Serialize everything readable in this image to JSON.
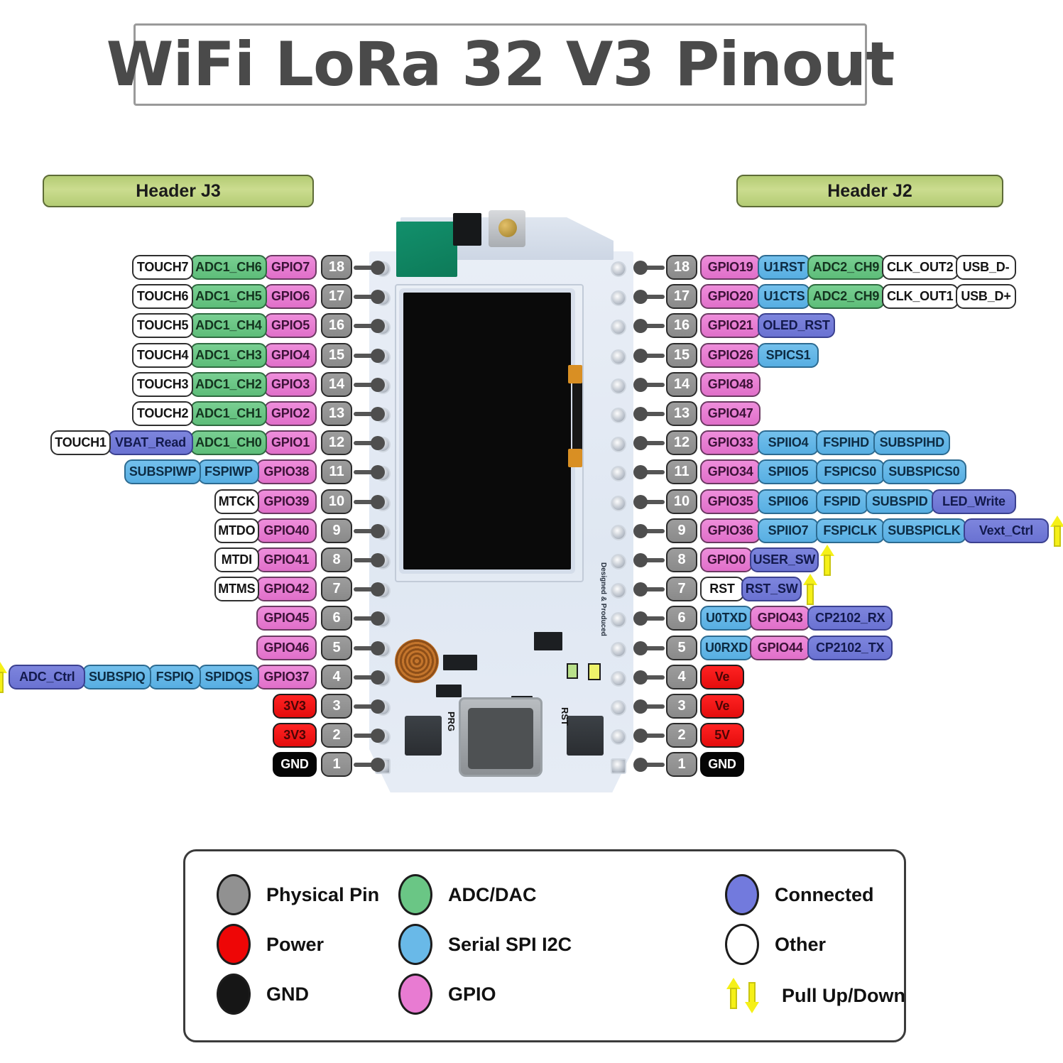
{
  "title": "WiFi LoRa 32 V3 Pinout",
  "headers": {
    "left": "Header J3",
    "right": "Header J2"
  },
  "board_silk": {
    "prg": "PRG",
    "rst": "RST",
    "brand": "Designed & Produced"
  },
  "colors": {
    "gpio": "#e87bd2",
    "adc": "#6ac685",
    "spi": "#69b9e8",
    "connected": "#727add",
    "power": "#ff1a1a",
    "gnd": "#050505",
    "other": "#ffffff",
    "physical_pin": "#919191",
    "pullupdown": "#f5f018",
    "header_chip": "#bdd37f",
    "title_border": "#9a9a9a"
  },
  "left_header": {
    "name": "Header J3",
    "rows": [
      {
        "pin": "18",
        "chips": [
          {
            "t": "TOUCH7",
            "k": "other"
          },
          {
            "t": "ADC1_CH6",
            "k": "adc"
          },
          {
            "t": "GPIO7",
            "k": "gpio"
          }
        ]
      },
      {
        "pin": "17",
        "chips": [
          {
            "t": "TOUCH6",
            "k": "other"
          },
          {
            "t": "ADC1_CH5",
            "k": "adc"
          },
          {
            "t": "GPIO6",
            "k": "gpio"
          }
        ]
      },
      {
        "pin": "16",
        "chips": [
          {
            "t": "TOUCH5",
            "k": "other"
          },
          {
            "t": "ADC1_CH4",
            "k": "adc"
          },
          {
            "t": "GPIO5",
            "k": "gpio"
          }
        ]
      },
      {
        "pin": "15",
        "chips": [
          {
            "t": "TOUCH4",
            "k": "other"
          },
          {
            "t": "ADC1_CH3",
            "k": "adc"
          },
          {
            "t": "GPIO4",
            "k": "gpio"
          }
        ]
      },
      {
        "pin": "14",
        "chips": [
          {
            "t": "TOUCH3",
            "k": "other"
          },
          {
            "t": "ADC1_CH2",
            "k": "adc"
          },
          {
            "t": "GPIO3",
            "k": "gpio"
          }
        ]
      },
      {
        "pin": "13",
        "chips": [
          {
            "t": "TOUCH2",
            "k": "other"
          },
          {
            "t": "ADC1_CH1",
            "k": "adc"
          },
          {
            "t": "GPIO2",
            "k": "gpio"
          }
        ]
      },
      {
        "pin": "12",
        "chips": [
          {
            "t": "TOUCH1",
            "k": "other"
          },
          {
            "t": "VBAT_Read",
            "k": "connected"
          },
          {
            "t": "ADC1_CH0",
            "k": "adc"
          },
          {
            "t": "GPIO1",
            "k": "gpio"
          }
        ]
      },
      {
        "pin": "11",
        "chips": [
          {
            "t": "SUBSPIWP",
            "k": "spi"
          },
          {
            "t": "FSPIWP",
            "k": "spi"
          },
          {
            "t": "GPIO38",
            "k": "gpio"
          }
        ]
      },
      {
        "pin": "10",
        "chips": [
          {
            "t": "MTCK",
            "k": "other"
          },
          {
            "t": "GPIO39",
            "k": "gpio"
          }
        ]
      },
      {
        "pin": "9",
        "chips": [
          {
            "t": "MTDO",
            "k": "other"
          },
          {
            "t": "GPIO40",
            "k": "gpio"
          }
        ]
      },
      {
        "pin": "8",
        "chips": [
          {
            "t": "MTDI",
            "k": "other"
          },
          {
            "t": "GPIO41",
            "k": "gpio"
          }
        ]
      },
      {
        "pin": "7",
        "chips": [
          {
            "t": "MTMS",
            "k": "other"
          },
          {
            "t": "GPIO42",
            "k": "gpio"
          }
        ]
      },
      {
        "pin": "6",
        "chips": [
          {
            "t": "GPIO45",
            "k": "gpio"
          }
        ]
      },
      {
        "pin": "5",
        "chips": [
          {
            "t": "GPIO46",
            "k": "gpio"
          }
        ]
      },
      {
        "pin": "4",
        "chips": [
          {
            "t": "ADC_Ctrl",
            "k": "connected"
          },
          {
            "t": "SUBSPIQ",
            "k": "spi"
          },
          {
            "t": "FSPIQ",
            "k": "spi"
          },
          {
            "t": "SPIDQS",
            "k": "spi"
          },
          {
            "t": "GPIO37",
            "k": "gpio"
          }
        ],
        "pull": "up"
      },
      {
        "pin": "3",
        "chips": [
          {
            "t": "3V3",
            "k": "power"
          }
        ]
      },
      {
        "pin": "2",
        "chips": [
          {
            "t": "3V3",
            "k": "power"
          }
        ]
      },
      {
        "pin": "1",
        "chips": [
          {
            "t": "GND",
            "k": "gnd"
          }
        ]
      }
    ]
  },
  "right_header": {
    "name": "Header J2",
    "rows": [
      {
        "pin": "18",
        "chips": [
          {
            "t": "GPIO19",
            "k": "gpio"
          },
          {
            "t": "U1RST",
            "k": "spi"
          },
          {
            "t": "ADC2_CH9",
            "k": "adc"
          },
          {
            "t": "CLK_OUT2",
            "k": "other"
          },
          {
            "t": "USB_D-",
            "k": "other"
          }
        ]
      },
      {
        "pin": "17",
        "chips": [
          {
            "t": "GPIO20",
            "k": "gpio"
          },
          {
            "t": "U1CTS",
            "k": "spi"
          },
          {
            "t": "ADC2_CH9",
            "k": "adc"
          },
          {
            "t": "CLK_OUT1",
            "k": "other"
          },
          {
            "t": "USB_D+",
            "k": "other"
          }
        ]
      },
      {
        "pin": "16",
        "chips": [
          {
            "t": "GPIO21",
            "k": "gpio"
          },
          {
            "t": "OLED_RST",
            "k": "connected"
          }
        ]
      },
      {
        "pin": "15",
        "chips": [
          {
            "t": "GPIO26",
            "k": "gpio"
          },
          {
            "t": "SPICS1",
            "k": "spi"
          }
        ]
      },
      {
        "pin": "14",
        "chips": [
          {
            "t": "GPIO48",
            "k": "gpio"
          }
        ]
      },
      {
        "pin": "13",
        "chips": [
          {
            "t": "GPIO47",
            "k": "gpio"
          }
        ]
      },
      {
        "pin": "12",
        "chips": [
          {
            "t": "GPIO33",
            "k": "gpio"
          },
          {
            "t": "SPIIO4",
            "k": "spi"
          },
          {
            "t": "FSPIHD",
            "k": "spi"
          },
          {
            "t": "SUBSPIHD",
            "k": "spi"
          }
        ]
      },
      {
        "pin": "11",
        "chips": [
          {
            "t": "GPIO34",
            "k": "gpio"
          },
          {
            "t": "SPIIO5",
            "k": "spi"
          },
          {
            "t": "FSPICS0",
            "k": "spi"
          },
          {
            "t": "SUBSPICS0",
            "k": "spi"
          }
        ]
      },
      {
        "pin": "10",
        "chips": [
          {
            "t": "GPIO35",
            "k": "gpio"
          },
          {
            "t": "SPIIO6",
            "k": "spi"
          },
          {
            "t": "FSPID",
            "k": "spi"
          },
          {
            "t": "SUBSPID",
            "k": "spi"
          },
          {
            "t": "LED_Write",
            "k": "connected"
          }
        ]
      },
      {
        "pin": "9",
        "chips": [
          {
            "t": "GPIO36",
            "k": "gpio"
          },
          {
            "t": "SPIIO7",
            "k": "spi"
          },
          {
            "t": "FSPICLK",
            "k": "spi"
          },
          {
            "t": "SUBSPICLK",
            "k": "spi"
          },
          {
            "t": "Vext_Ctrl",
            "k": "connected"
          }
        ],
        "pull": "up"
      },
      {
        "pin": "8",
        "chips": [
          {
            "t": "GPIO0",
            "k": "gpio"
          },
          {
            "t": "USER_SW",
            "k": "connected"
          }
        ],
        "pull": "up"
      },
      {
        "pin": "7",
        "chips": [
          {
            "t": "RST",
            "k": "other"
          },
          {
            "t": "RST_SW",
            "k": "connected"
          }
        ],
        "pull": "up"
      },
      {
        "pin": "6",
        "chips": [
          {
            "t": "U0TXD",
            "k": "spi"
          },
          {
            "t": "GPIO43",
            "k": "gpio"
          },
          {
            "t": "CP2102_RX",
            "k": "connected"
          }
        ]
      },
      {
        "pin": "5",
        "chips": [
          {
            "t": "U0RXD",
            "k": "spi"
          },
          {
            "t": "GPIO44",
            "k": "gpio"
          },
          {
            "t": "CP2102_TX",
            "k": "connected"
          }
        ]
      },
      {
        "pin": "4",
        "chips": [
          {
            "t": "Ve",
            "k": "power"
          }
        ]
      },
      {
        "pin": "3",
        "chips": [
          {
            "t": "Ve",
            "k": "power"
          }
        ]
      },
      {
        "pin": "2",
        "chips": [
          {
            "t": "5V",
            "k": "power"
          }
        ]
      },
      {
        "pin": "1",
        "chips": [
          {
            "t": "GND",
            "k": "gnd"
          }
        ]
      }
    ]
  },
  "legend": {
    "items": [
      {
        "label": "Physical Pin",
        "color": "#919191",
        "kind": "dot",
        "col": 0,
        "row": 0
      },
      {
        "label": "Power",
        "color": "#ee0606",
        "kind": "dot",
        "col": 0,
        "row": 1
      },
      {
        "label": "GND",
        "color": "#161616",
        "kind": "dot",
        "col": 0,
        "row": 2
      },
      {
        "label": "ADC/DAC",
        "color": "#6ac685",
        "kind": "dot",
        "col": 1,
        "row": 0
      },
      {
        "label": "Serial SPI I2C",
        "color": "#69b9e8",
        "kind": "dot",
        "col": 1,
        "row": 1
      },
      {
        "label": "GPIO",
        "color": "#e87bd2",
        "kind": "dot",
        "col": 1,
        "row": 2
      },
      {
        "label": "Connected",
        "color": "#727add",
        "kind": "dot",
        "col": 2,
        "row": 0
      },
      {
        "label": "Other",
        "color": "#ffffff",
        "kind": "dot",
        "col": 2,
        "row": 1
      },
      {
        "label": "Pull Up/Down",
        "color": "#f5f018",
        "kind": "arrows",
        "col": 2,
        "row": 2
      }
    ]
  }
}
